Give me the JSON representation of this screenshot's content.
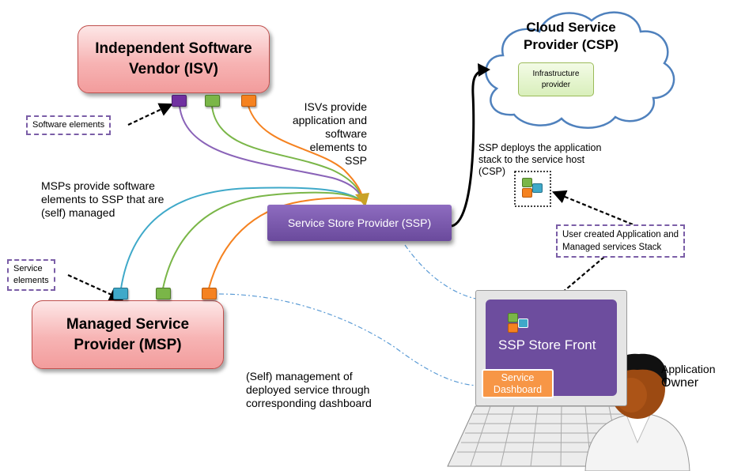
{
  "nodes": {
    "isv": {
      "line1": "Independent Software",
      "line2": "Vendor (ISV)"
    },
    "msp": {
      "line1": "Managed Service",
      "line2": "Provider (MSP)"
    },
    "ssp": {
      "label": "Service Store Provider (SSP)"
    },
    "csp": {
      "line1": "Cloud Service",
      "line2": "Provider (CSP)"
    },
    "infrastructure": {
      "line1": "Infrastructure",
      "line2": "provider"
    }
  },
  "callouts": {
    "software_elements": "Software elements",
    "service_elements": {
      "line1": "Service",
      "line2": "elements"
    },
    "user_stack": {
      "line1": "User created Application and",
      "line2": "Managed services  Stack"
    }
  },
  "annotations": {
    "isv_provide": {
      "line1": "ISVs provide",
      "line2": "application and",
      "line3": "software",
      "line4": "elements to",
      "line5": "SSP"
    },
    "msp_provide": {
      "line1": "MSPs provide software",
      "line2": "elements to SSP that are",
      "line3": "(self) managed"
    },
    "ssp_deploys": {
      "line1": "SSP deploys the application",
      "line2": "stack to the service host",
      "line3": "(CSP)"
    },
    "self_management": {
      "line1": "(Self) management of",
      "line2": "deployed service through",
      "line3": "corresponding dashboard"
    }
  },
  "laptop": {
    "store_front": "SSP Store Front",
    "dashboard": {
      "line1": "Service",
      "line2": "Dashboard"
    }
  },
  "owner": {
    "line1": "Application",
    "line2": "Owner"
  },
  "colors": {
    "purple": "#7030a0",
    "green": "#7ab648",
    "orange": "#f58220",
    "cyan": "#3fa9c9",
    "pink_box": "#f7b4b4",
    "ssp_purple": "#6a4a9c",
    "dashed_border": "#7b5ea7"
  }
}
